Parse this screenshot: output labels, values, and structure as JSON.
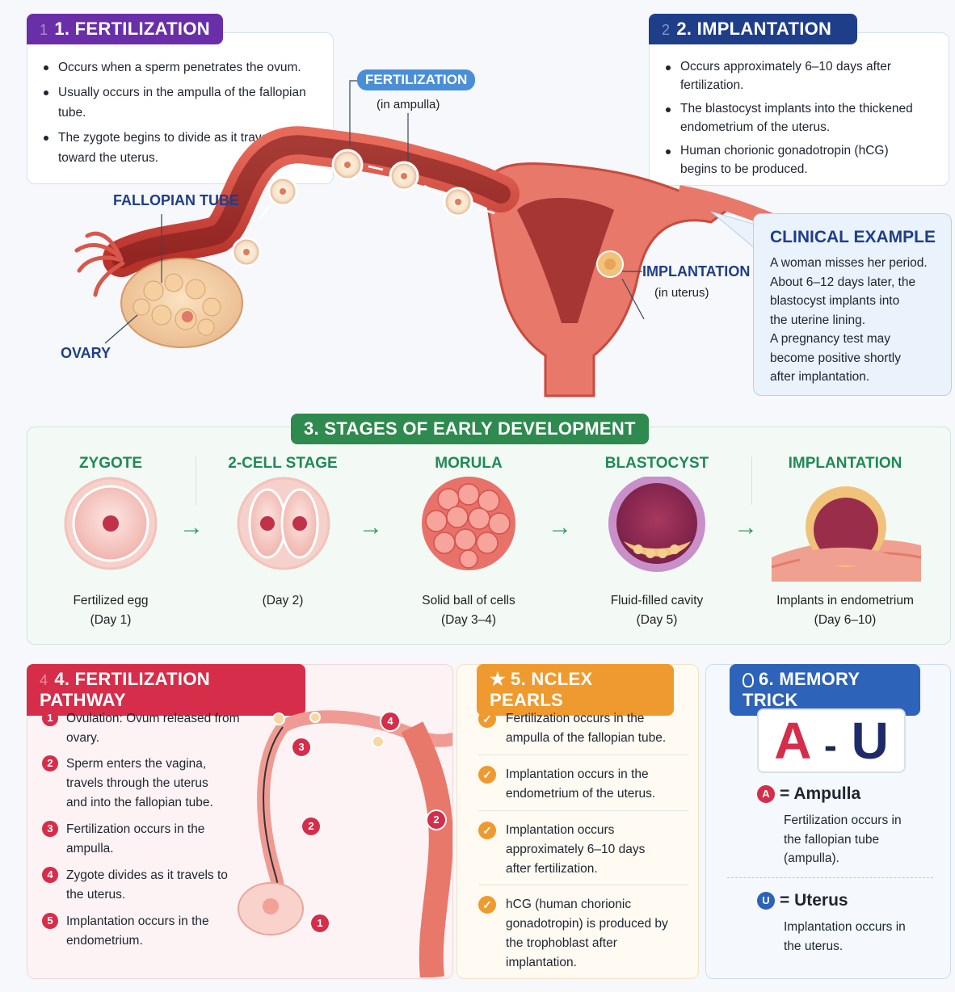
{
  "colors": {
    "purple": "#6a2fa8",
    "navy": "#1f3e8a",
    "green": "#1f8a55",
    "red": "#d62d4a",
    "orange": "#ef9a2e",
    "blue": "#2d63b8"
  },
  "s1": {
    "num": "1",
    "title": "1. FERTILIZATION",
    "bullets": [
      "Occurs when a sperm penetrates the ovum.",
      "Usually occurs in the ampulla of the fallopian tube.",
      "The zygote begins to divide as it travels toward the uterus."
    ]
  },
  "s2": {
    "num": "2",
    "title": "2. IMPLANTATION",
    "bullets": [
      "Occurs approximately 6–10 days after fertilization.",
      "The blastocyst implants into the thickened endometrium of the uterus.",
      "Human chorionic gonadotropin (hCG) begins to be produced."
    ]
  },
  "diagram": {
    "fert_label": "FERTILIZATION",
    "fert_sub": "(in ampulla)",
    "tube_label": "FALLOPIAN TUBE",
    "ovary_label": "OVARY",
    "impl_label": "IMPLANTATION",
    "impl_sub": "(in uterus)"
  },
  "clinical": {
    "title": "CLINICAL EXAMPLE",
    "lines": [
      "A woman misses her period.",
      "About 6–12 days later, the",
      "blastocyst implants into",
      "the uterine lining.",
      "A pregnancy test may",
      "become positive shortly",
      "after implantation."
    ]
  },
  "s3": {
    "title": "3. STAGES OF EARLY DEVELOPMENT",
    "stages": [
      {
        "name": "ZYGOTE",
        "cap1": "Fertilized egg",
        "cap2": "(Day 1)"
      },
      {
        "name": "2-CELL STAGE",
        "cap1": "(Day 2)",
        "cap2": ""
      },
      {
        "name": "MORULA",
        "cap1": "Solid ball of cells",
        "cap2": "(Day 3–4)"
      },
      {
        "name": "BLASTOCYST",
        "cap1": "Fluid-filled cavity",
        "cap2": "(Day 5)"
      },
      {
        "name": "IMPLANTATION",
        "cap1": "Implants in endometrium",
        "cap2": "(Day 6–10)"
      }
    ],
    "arrow": "→"
  },
  "s4": {
    "num": "4",
    "title": "4. FERTILIZATION PATHWAY",
    "steps": [
      {
        "n": "1",
        "text": "Ovulation: Ovum released from ovary."
      },
      {
        "n": "2",
        "text": "Sperm enters the vagina, travels through the uterus and into the fallopian tube."
      },
      {
        "n": "3",
        "text": "Fertilization occurs in the ampulla."
      },
      {
        "n": "4",
        "text": "Zygote divides as it travels to the uterus."
      },
      {
        "n": "5",
        "text": "Implantation occurs in the endometrium."
      }
    ],
    "map_labels": [
      "1",
      "2",
      "2",
      "3",
      "4"
    ]
  },
  "s5": {
    "star": "★",
    "title": "5. NCLEX PEARLS",
    "check": "✓",
    "pearls": [
      "Fertilization occurs in the ampulla of the fallopian tube.",
      "Implantation occurs in the endometrium of the uterus.",
      "Implantation occurs approximately 6–10 days after fertilization.",
      "hCG (human chorionic gonadotropin) is produced by the trophoblast after implantation."
    ]
  },
  "s6": {
    "title": "6. MEMORY TRICK",
    "letter_a": "A",
    "dash": "-",
    "letter_u": "U",
    "a_badge": "A",
    "a_label": "= Ampulla",
    "a_desc": "Fertilization occurs in the fallopian tube (ampulla).",
    "u_badge": "U",
    "u_label": "= Uterus",
    "u_desc": "Implantation occurs in the uterus."
  }
}
